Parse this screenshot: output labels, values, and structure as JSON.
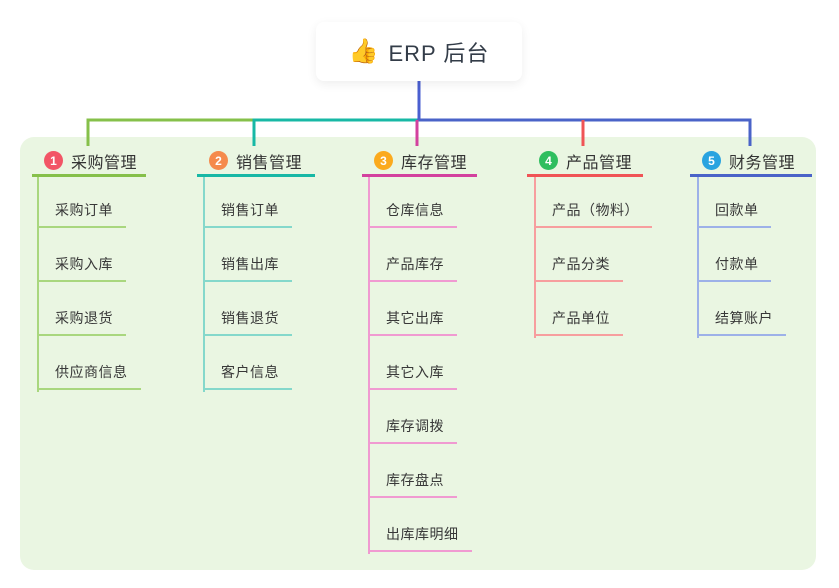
{
  "root": {
    "emoji": "👍",
    "label": "ERP 后台"
  },
  "colors": {
    "root_connector": "#4a5fd0",
    "board_background": "#eaf6e2",
    "text": "#333333"
  },
  "branches": [
    {
      "num": "1",
      "label": "采购管理",
      "badge_color": "#f25566",
      "line_color": "#86c04a",
      "sub_line_color": "#a9d77e",
      "children": [
        "采购订单",
        "采购入库",
        "采购退货",
        "供应商信息"
      ]
    },
    {
      "num": "2",
      "label": "销售管理",
      "badge_color": "#f58a4c",
      "line_color": "#17b8a5",
      "sub_line_color": "#84d8cb",
      "children": [
        "销售订单",
        "销售出库",
        "销售退货",
        "客户信息"
      ]
    },
    {
      "num": "3",
      "label": "库存管理",
      "badge_color": "#fbaa1d",
      "line_color": "#d3419e",
      "sub_line_color": "#f09ad1",
      "children": [
        "仓库信息",
        "产品库存",
        "其它出库",
        "其它入库",
        "库存调拨",
        "库存盘点",
        "出库库明细"
      ]
    },
    {
      "num": "4",
      "label": "产品管理",
      "badge_color": "#2fbe5f",
      "line_color": "#f05456",
      "sub_line_color": "#f79e9e",
      "children": [
        "产品（物料）",
        "产品分类",
        "产品单位"
      ]
    },
    {
      "num": "5",
      "label": "财务管理",
      "badge_color": "#29a3e0",
      "line_color": "#4a63c8",
      "sub_line_color": "#9db1e8",
      "children": [
        "回款单",
        "付款单",
        "结算账户"
      ]
    }
  ]
}
